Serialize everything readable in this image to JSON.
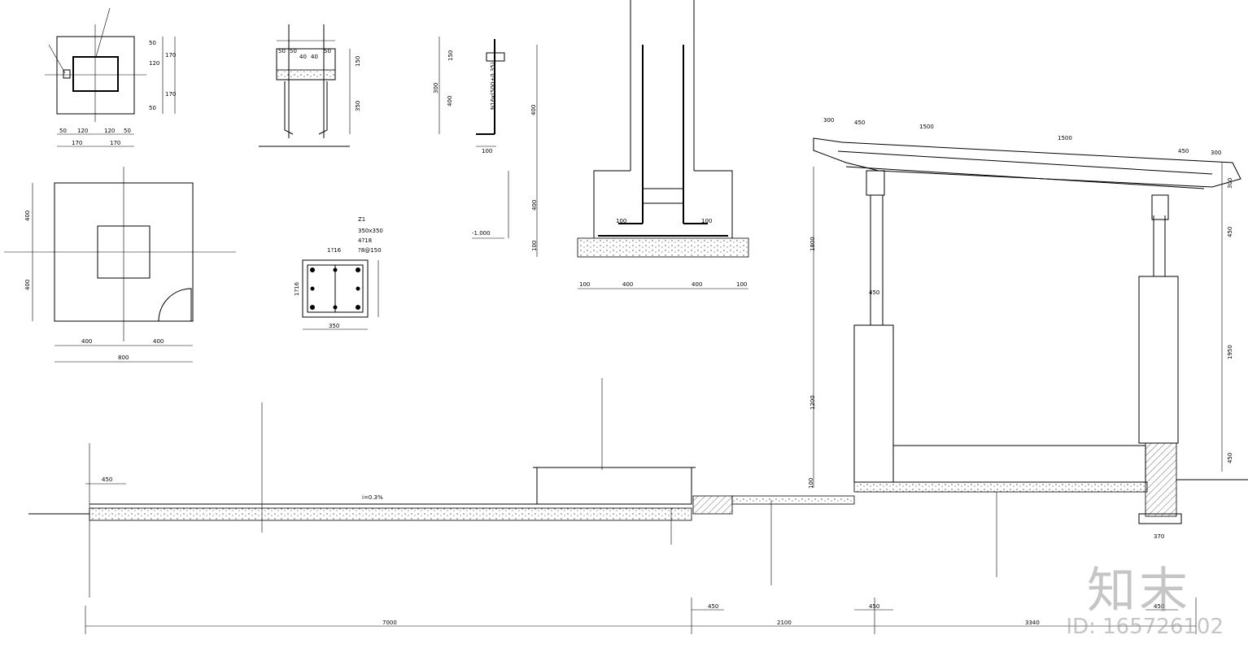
{
  "plan_a": {
    "dims_bottom": [
      "50",
      "120",
      "120",
      "50"
    ],
    "dims_bottom2": [
      "170",
      "170"
    ],
    "dims_right": [
      "50",
      "170",
      "120",
      "170",
      "50"
    ]
  },
  "plan_b": {
    "dims_bottom": [
      "400",
      "400"
    ],
    "total": "800",
    "dims_left": [
      "400",
      "400"
    ]
  },
  "bolt_detail": {
    "top_dims": [
      "50",
      "50",
      "40",
      "40",
      "50"
    ],
    "right_dims": [
      "150",
      "350"
    ]
  },
  "anchor_detail": {
    "label": "N16x(500+0.35)",
    "dims": [
      "150",
      "300",
      "400"
    ],
    "bottom": "100"
  },
  "column_section": {
    "title": "Z1",
    "size": "350x350",
    "bars": "4?18",
    "stirrup": "?8@150",
    "left": "1?16",
    "side": "1?16",
    "width": "350"
  },
  "footing_section": {
    "dims_bottom": [
      "100",
      "400",
      "400",
      "100"
    ],
    "dims_left": [
      "400",
      "400",
      "100"
    ],
    "level": "-1.000",
    "bend": [
      "100",
      "100"
    ]
  },
  "elevation": {
    "slope": "i=0.3%",
    "dims_bottom": [
      "7000",
      "2100",
      "3340"
    ],
    "dims_sub": [
      "450",
      "450",
      "450"
    ],
    "left_width": "450",
    "roof_dims": [
      "300",
      "450",
      "1500",
      "1500",
      "450",
      "300"
    ],
    "height_dims": [
      "1800",
      "1200",
      "100"
    ],
    "right_dims": [
      "300",
      "450",
      "1950",
      "450"
    ],
    "col_width": "450",
    "right_base": "370"
  },
  "watermark": {
    "logo": "知末",
    "id": "ID: 165726102"
  }
}
